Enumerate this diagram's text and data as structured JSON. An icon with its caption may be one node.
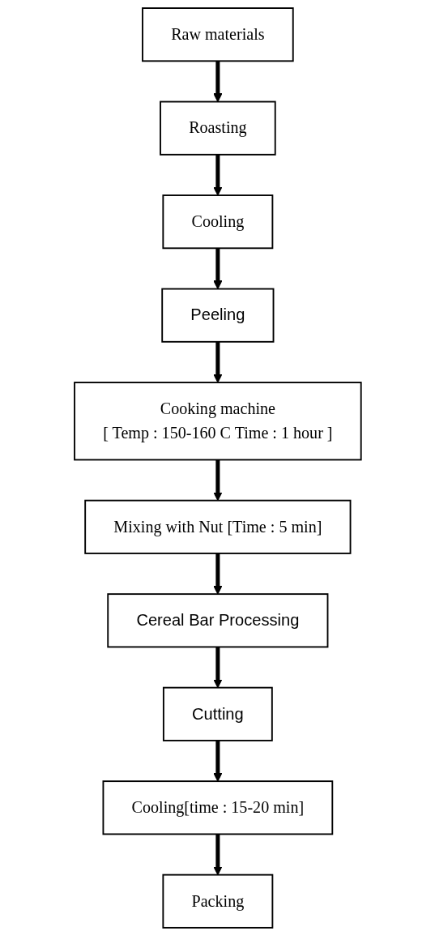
{
  "diagram": {
    "nodes": [
      {
        "text": [
          "Raw materials"
        ]
      },
      {
        "text": [
          "Roasting"
        ]
      },
      {
        "text": [
          "Cooling"
        ]
      },
      {
        "text": [
          "Peeling"
        ]
      },
      {
        "text": [
          "Cooking machine",
          "[ Temp : 150-160 C Time : 1 hour ]"
        ]
      },
      {
        "text": [
          "Mixing with Nut [Time : 5 min]"
        ]
      },
      {
        "text": [
          "Cereal Bar Processing"
        ]
      },
      {
        "text": [
          "Cutting"
        ]
      },
      {
        "text": [
          "Cooling[time : 15-20 min]"
        ]
      },
      {
        "text": [
          "Packing"
        ]
      }
    ],
    "edges": [
      {
        "from": 0,
        "to": 1,
        "arrow": "to"
      },
      {
        "from": 1,
        "to": 2,
        "arrow": "to"
      },
      {
        "from": 2,
        "to": 3,
        "arrow": "to"
      },
      {
        "from": 3,
        "to": 4,
        "arrow": "to"
      },
      {
        "from": 4,
        "to": 5,
        "arrow": "to"
      },
      {
        "from": 5,
        "to": 6,
        "arrow": "to"
      },
      {
        "from": 6,
        "to": 7,
        "arrow": "to"
      },
      {
        "from": 7,
        "to": 8,
        "arrow": "to"
      },
      {
        "from": 8,
        "to": 9,
        "arrow": "to"
      }
    ]
  }
}
